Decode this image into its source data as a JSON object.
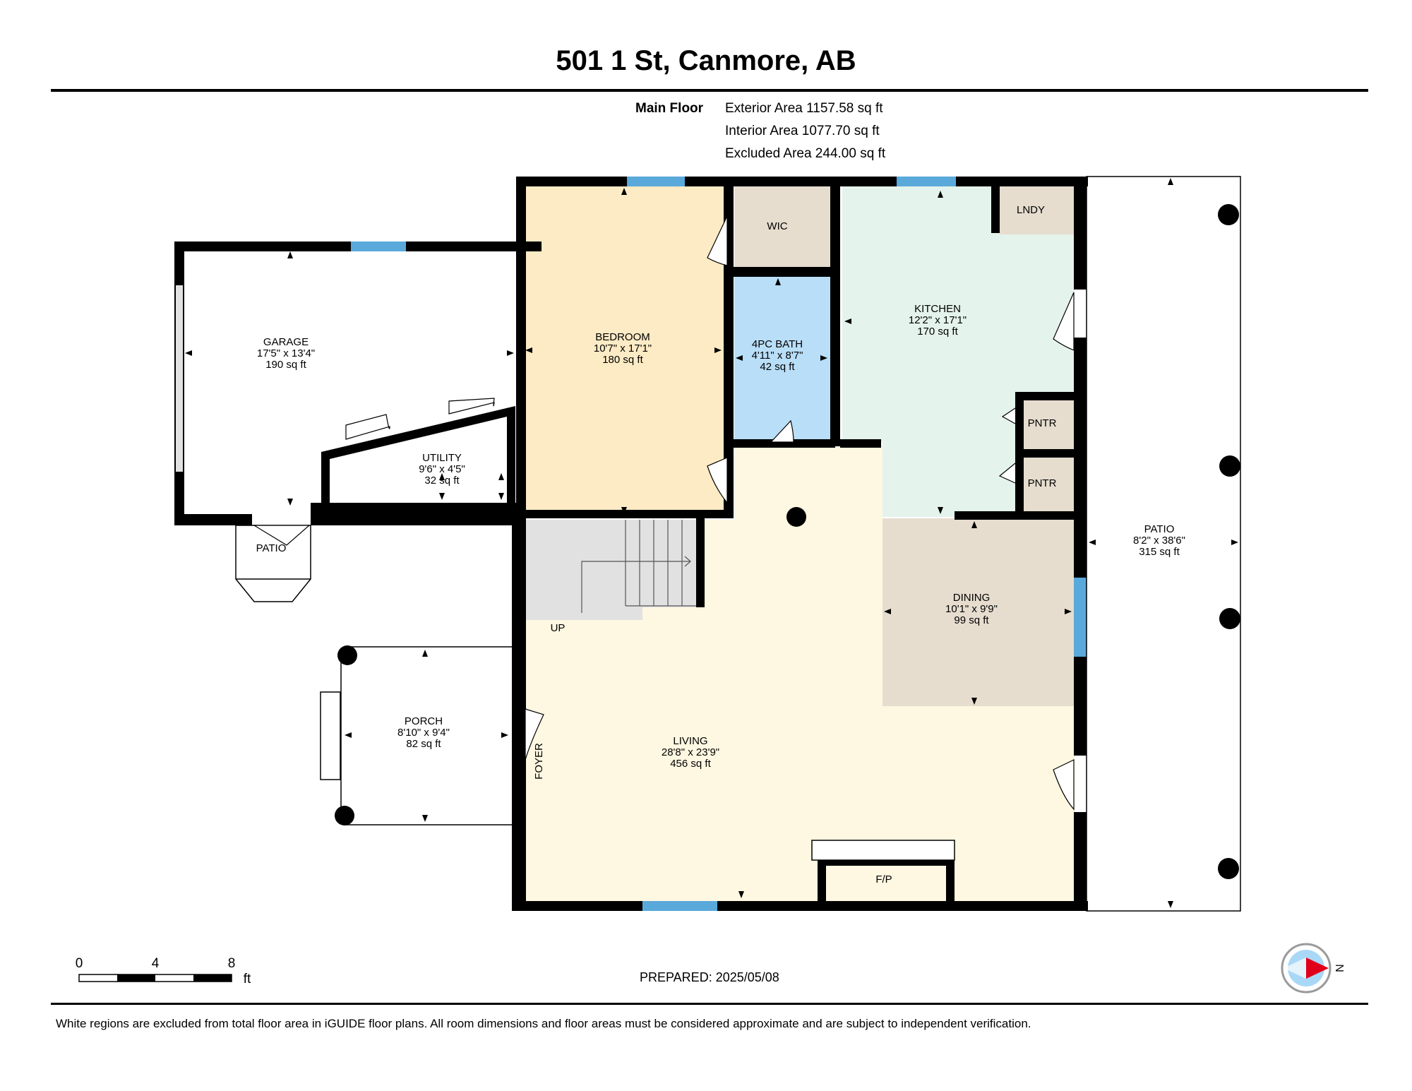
{
  "title": "501 1 St, Canmore, AB",
  "areas": {
    "floor_label": "Main Floor",
    "exterior": "Exterior Area 1157.58 sq ft",
    "interior": "Interior Area 1077.70 sq ft",
    "excluded": "Excluded Area 244.00 sq ft"
  },
  "rooms": {
    "garage": {
      "name": "GARAGE",
      "dims": "17'5\" x 13'4\"",
      "area": "190 sq ft"
    },
    "utility": {
      "name": "UTILITY",
      "dims": "9'6\" x 4'5\"",
      "area": "32 sq ft"
    },
    "bedroom": {
      "name": "BEDROOM",
      "dims": "10'7\" x 17'1\"",
      "area": "180 sq ft"
    },
    "wic": {
      "name": "WIC"
    },
    "bath": {
      "name": "4PC BATH",
      "dims": "4'11\" x 8'7\"",
      "area": "42 sq ft"
    },
    "kitchen": {
      "name": "KITCHEN",
      "dims": "12'2\" x 17'1\"",
      "area": "170 sq ft"
    },
    "lndy": {
      "name": "LNDY"
    },
    "pntr1": {
      "name": "PNTR"
    },
    "pntr2": {
      "name": "PNTR"
    },
    "dining": {
      "name": "DINING",
      "dims": "10'1\" x 9'9\"",
      "area": "99 sq ft"
    },
    "living": {
      "name": "LIVING",
      "dims": "28'8\" x 23'9\"",
      "area": "456 sq ft"
    },
    "porch": {
      "name": "PORCH",
      "dims": "8'10\" x 9'4\"",
      "area": "82 sq ft"
    },
    "patio_right": {
      "name": "PATIO",
      "dims": "8'2\" x 38'6\"",
      "area": "315 sq ft"
    },
    "patio_small": {
      "name": "PATIO"
    },
    "fireplace": {
      "name": "F/P"
    },
    "foyer": {
      "name": "FOYER"
    },
    "stairs": {
      "name": "UP"
    }
  },
  "scale": {
    "ticks": [
      "0",
      "4",
      "8"
    ],
    "unit": "ft"
  },
  "prepared": "PREPARED: 2025/05/08",
  "compass": {
    "direction": "N"
  },
  "disclaimer": "White regions are excluded from total floor area in iGUIDE floor plans. All room dimensions and floor areas must be considered approximate and are subject to independent verification.",
  "colors": {
    "bedroom": "#fcebc4",
    "living": "#fef7e1",
    "kitchen": "#e4f3ec",
    "bath": "#b9def8",
    "closet": "#e6ddcf",
    "dining": "#e6ddcf",
    "stairs": "#e1e1e1",
    "window": "#5aa9db",
    "wall": "#000000"
  }
}
